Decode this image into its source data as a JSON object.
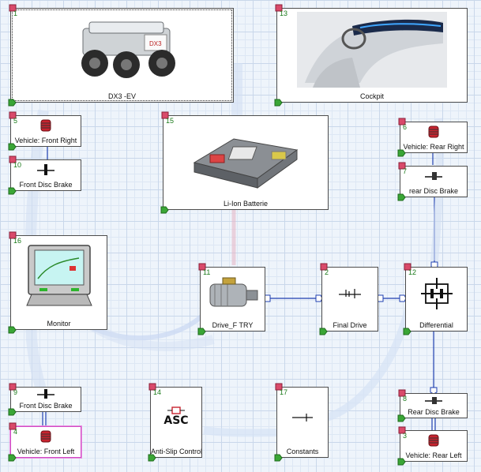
{
  "blocks": [
    {
      "id": "1",
      "label": "DX3 -EV",
      "icon": "vehicle-robot-image"
    },
    {
      "id": "13",
      "label": "Cockpit",
      "icon": "cockpit-image"
    },
    {
      "id": "5",
      "label": "Vehicle: Front Right",
      "icon": "wheel-icon"
    },
    {
      "id": "10",
      "label": "Front Disc Brake",
      "icon": "disc-brake-icon"
    },
    {
      "id": "15",
      "label": "Li-Ion Batterie",
      "icon": "battery-pack-image"
    },
    {
      "id": "6",
      "label": "Vehicle: Rear Right",
      "icon": "wheel-icon"
    },
    {
      "id": "7",
      "label": "rear Disc Brake",
      "icon": "disc-brake-icon"
    },
    {
      "id": "16",
      "label": "Monitor",
      "icon": "monitor-icon"
    },
    {
      "id": "11",
      "label": "Drive_F TRY",
      "icon": "electric-motor-image"
    },
    {
      "id": "2",
      "label": "Final Drive",
      "icon": "gear-ratio-icon"
    },
    {
      "id": "12",
      "label": "Differential",
      "icon": "differential-icon"
    },
    {
      "id": "9",
      "label": "Front Disc Brake",
      "icon": "disc-brake-icon"
    },
    {
      "id": "4",
      "label": "Vehicle: Front Left",
      "icon": "wheel-icon"
    },
    {
      "id": "14",
      "label": "Anti-Slip Control",
      "icon": "asc-icon",
      "icon_text": "ASC"
    },
    {
      "id": "17",
      "label": "Constants",
      "icon": "constants-icon"
    },
    {
      "id": "8",
      "label": "Rear Disc Brake",
      "icon": "disc-brake-icon"
    },
    {
      "id": "3",
      "label": "Vehicle: Rear Left",
      "icon": "wheel-icon"
    }
  ],
  "colors": {
    "wire": "#1f3fb0",
    "port_in": "#d94a6a",
    "port_out": "#3aa636",
    "selected_border": "#d04cc4"
  }
}
